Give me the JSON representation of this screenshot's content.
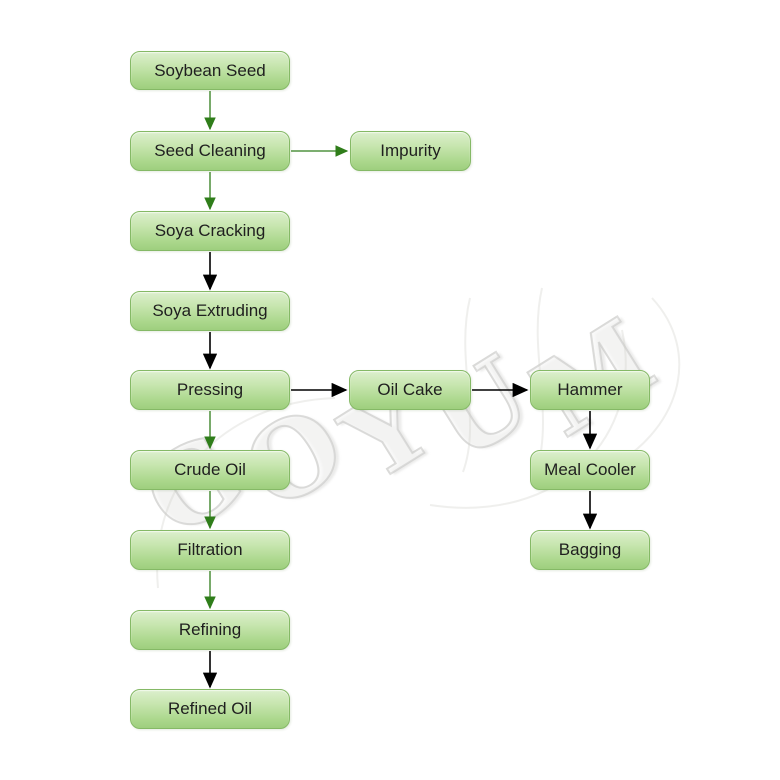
{
  "nodes": [
    {
      "id": "soybean-seed",
      "label": "Soybean Seed"
    },
    {
      "id": "seed-cleaning",
      "label": "Seed Cleaning"
    },
    {
      "id": "impurity",
      "label": "Impurity"
    },
    {
      "id": "soya-cracking",
      "label": "Soya Cracking"
    },
    {
      "id": "soya-extruding",
      "label": "Soya Extruding"
    },
    {
      "id": "pressing",
      "label": "Pressing"
    },
    {
      "id": "oil-cake",
      "label": "Oil Cake"
    },
    {
      "id": "hammer",
      "label": "Hammer"
    },
    {
      "id": "crude-oil",
      "label": "Crude Oil"
    },
    {
      "id": "meal-cooler",
      "label": "Meal Cooler"
    },
    {
      "id": "filtration",
      "label": "Filtration"
    },
    {
      "id": "bagging",
      "label": "Bagging"
    },
    {
      "id": "refining",
      "label": "Refining"
    },
    {
      "id": "refined-oil",
      "label": "Refined Oil"
    }
  ],
  "edges": [
    {
      "from": "soybean-seed",
      "to": "seed-cleaning",
      "color": "green"
    },
    {
      "from": "seed-cleaning",
      "to": "impurity",
      "color": "green"
    },
    {
      "from": "seed-cleaning",
      "to": "soya-cracking",
      "color": "green"
    },
    {
      "from": "soya-cracking",
      "to": "soya-extruding",
      "color": "black"
    },
    {
      "from": "soya-extruding",
      "to": "pressing",
      "color": "black"
    },
    {
      "from": "pressing",
      "to": "crude-oil",
      "color": "green"
    },
    {
      "from": "pressing",
      "to": "oil-cake",
      "color": "black"
    },
    {
      "from": "oil-cake",
      "to": "hammer",
      "color": "black"
    },
    {
      "from": "crude-oil",
      "to": "filtration",
      "color": "green"
    },
    {
      "from": "filtration",
      "to": "refining",
      "color": "green"
    },
    {
      "from": "refining",
      "to": "refined-oil",
      "color": "black"
    },
    {
      "from": "hammer",
      "to": "meal-cooler",
      "color": "black"
    },
    {
      "from": "meal-cooler",
      "to": "bagging",
      "color": "black"
    }
  ],
  "watermark": {
    "text": "GOYUM"
  },
  "colors": {
    "background": "#ffffff",
    "arrow_green": "#2f7d1a",
    "arrow_black": "#000000",
    "node_border": "#85b966",
    "node_fill_top": "#dcefcd",
    "node_fill_bottom": "#9ecf7e",
    "node_text": "#1f1f1f",
    "watermark_outline": "#c3c3c1"
  }
}
